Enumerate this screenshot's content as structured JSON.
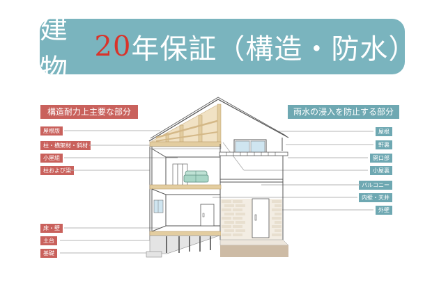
{
  "title": {
    "before": "建物",
    "accent": "20",
    "after": "年保証（構造・防水）",
    "bg_color": "#7ab4be",
    "accent_color": "#d9332a"
  },
  "left_panel": {
    "heading": "構造耐力上主要な部分",
    "color": "#c9615c",
    "items": [
      {
        "label": "屋根版"
      },
      {
        "label": "柱・横架材・斜材"
      },
      {
        "label": "小屋組"
      },
      {
        "label": "柱および梁"
      },
      {
        "label": "床・壁"
      },
      {
        "label": "土台"
      },
      {
        "label": "基礎"
      }
    ]
  },
  "right_panel": {
    "heading": "雨水の浸入を防止する部分",
    "color": "#6ea8b2",
    "items": [
      {
        "label": "屋根"
      },
      {
        "label": "軒裏"
      },
      {
        "label": "開口部"
      },
      {
        "label": "小屋裏"
      },
      {
        "label": "バルコニー"
      },
      {
        "label": "内壁・天井"
      },
      {
        "label": "外壁"
      }
    ]
  }
}
